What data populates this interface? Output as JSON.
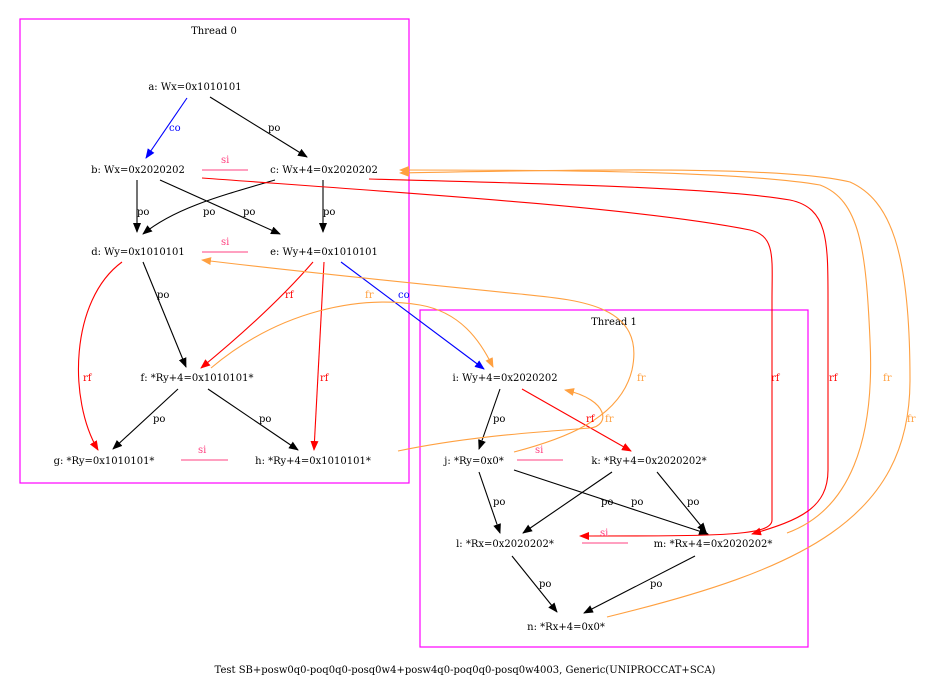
{
  "colors": {
    "cluster": "#ff00ff",
    "po": "#000000",
    "co": "#0000ff",
    "rf": "#ff0000",
    "fr": "#ffa040",
    "si": "#ff4080"
  },
  "clusters": {
    "thread0": "Thread 0",
    "thread1": "Thread 1"
  },
  "nodes": {
    "a": "a: Wx=0x1010101",
    "b": "b: Wx=0x2020202",
    "c": "c: Wx+4=0x2020202",
    "d": "d: Wy=0x1010101",
    "e": "e: Wy+4=0x1010101",
    "f": "f:  *Ry+4=0x1010101*",
    "g": "g:  *Ry=0x1010101*",
    "h": "h:  *Ry+4=0x1010101*",
    "i": "i: Wy+4=0x2020202",
    "j": "j:  *Ry=0x0*",
    "k": "k:  *Ry+4=0x2020202*",
    "l": "l:  *Rx=0x2020202*",
    "m": "m:  *Rx+4=0x2020202*",
    "n": "n:  *Rx+4=0x0*"
  },
  "edge_labels": {
    "po": "po",
    "co": "co",
    "rf": "rf",
    "fr": "fr",
    "si": "si"
  },
  "caption": "Test SB+posw0q0-poq0q0-posq0w4+posw4q0-poq0q0-posq0w4003, Generic(UNIPROCCAT+SCA)"
}
